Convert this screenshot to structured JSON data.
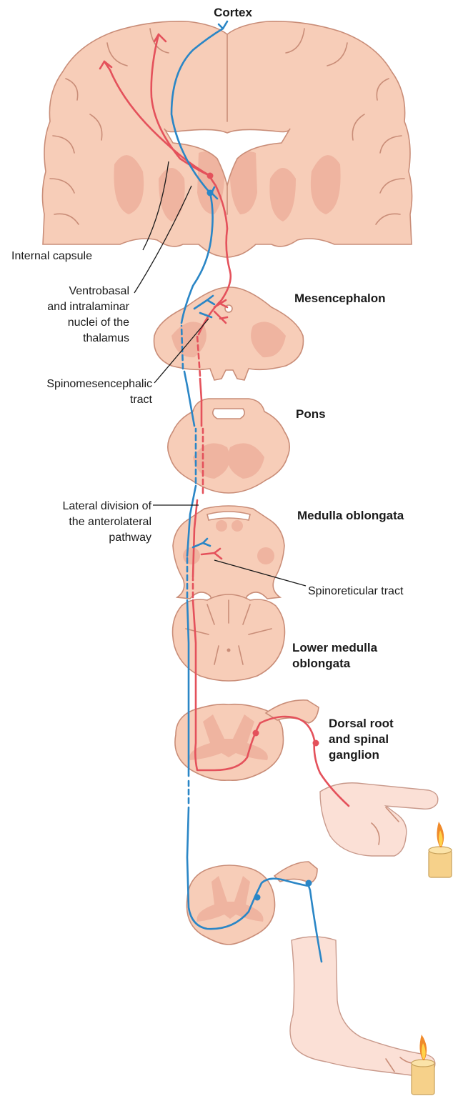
{
  "labels": {
    "cortex": "Cortex",
    "internal_capsule": "Internal capsule",
    "ventrobasal": [
      "Ventrobasal",
      "and intralaminar",
      "nuclei of the",
      "thalamus"
    ],
    "mesencephalon": "Mesencephalon",
    "spinomesencephalic": [
      "Spinomesencephalic",
      "tract"
    ],
    "pons": "Pons",
    "lateral_division": [
      "Lateral division of",
      "the anterolateral",
      "pathway"
    ],
    "medulla_oblongata": "Medulla oblongata",
    "spinoreticular": "Spinoreticular tract",
    "lower_medulla": [
      "Lower medulla",
      "oblongata"
    ],
    "dorsal_root": [
      "Dorsal root",
      "and spinal",
      "ganglion"
    ]
  },
  "colors": {
    "tissue": "#f7cdb8",
    "tissue_outline": "#c98d78",
    "tract_red": "#e4515b",
    "tract_blue": "#2a86c6"
  },
  "icons": [
    "brain-section",
    "hand-icon",
    "foot-icon",
    "candle-icon"
  ]
}
